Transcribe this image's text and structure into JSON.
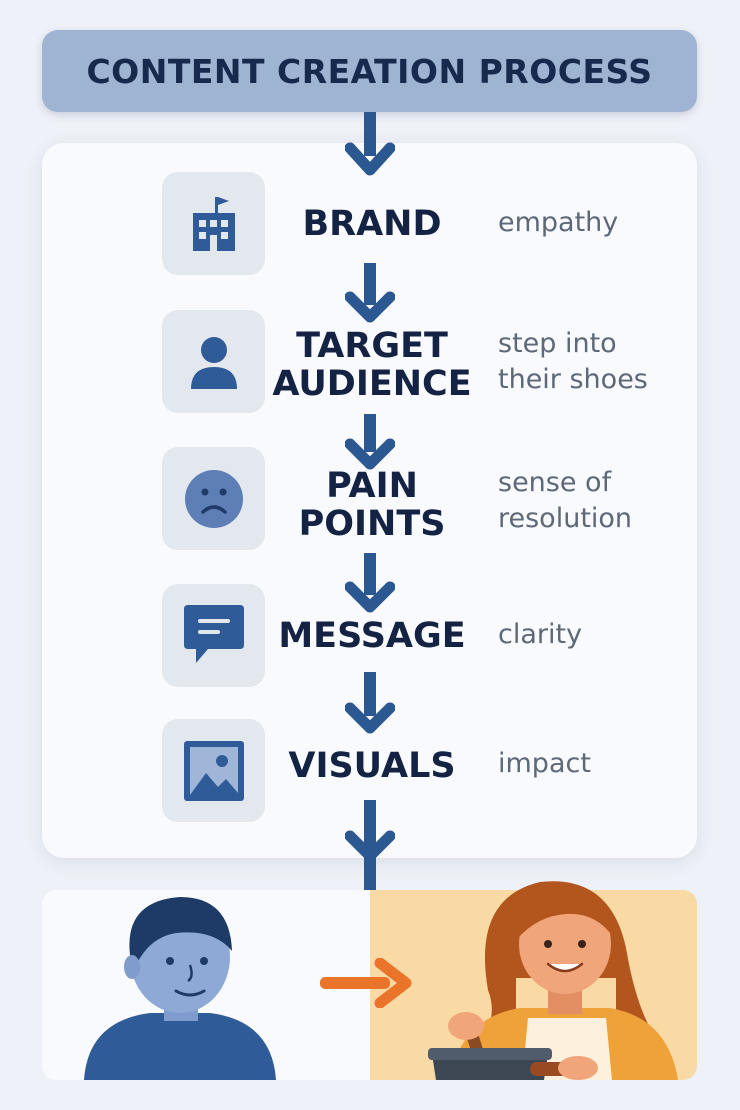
{
  "title": "CONTENT CREATION PROCESS",
  "steps": [
    {
      "label": "BRAND",
      "note": "empathy",
      "icon": "building-icon"
    },
    {
      "label": "TARGET\nAUDIENCE",
      "note": "step into\ntheir shoes",
      "icon": "person-icon"
    },
    {
      "label": "PAIN\nPOINTS",
      "note": "sense of\nresolution",
      "icon": "sad-face-icon"
    },
    {
      "label": "MESSAGE",
      "note": "clarity",
      "icon": "speech-bubble-icon"
    },
    {
      "label": "VISUALS",
      "note": "impact",
      "icon": "image-icon"
    }
  ],
  "colors": {
    "title_bg": "#9fb3d3",
    "title_text": "#172a4e",
    "arrow": "#2b5891",
    "icon": "#2f5b98",
    "orange_arrow": "#e9742a",
    "warm_panel": "#f9d9a4"
  }
}
